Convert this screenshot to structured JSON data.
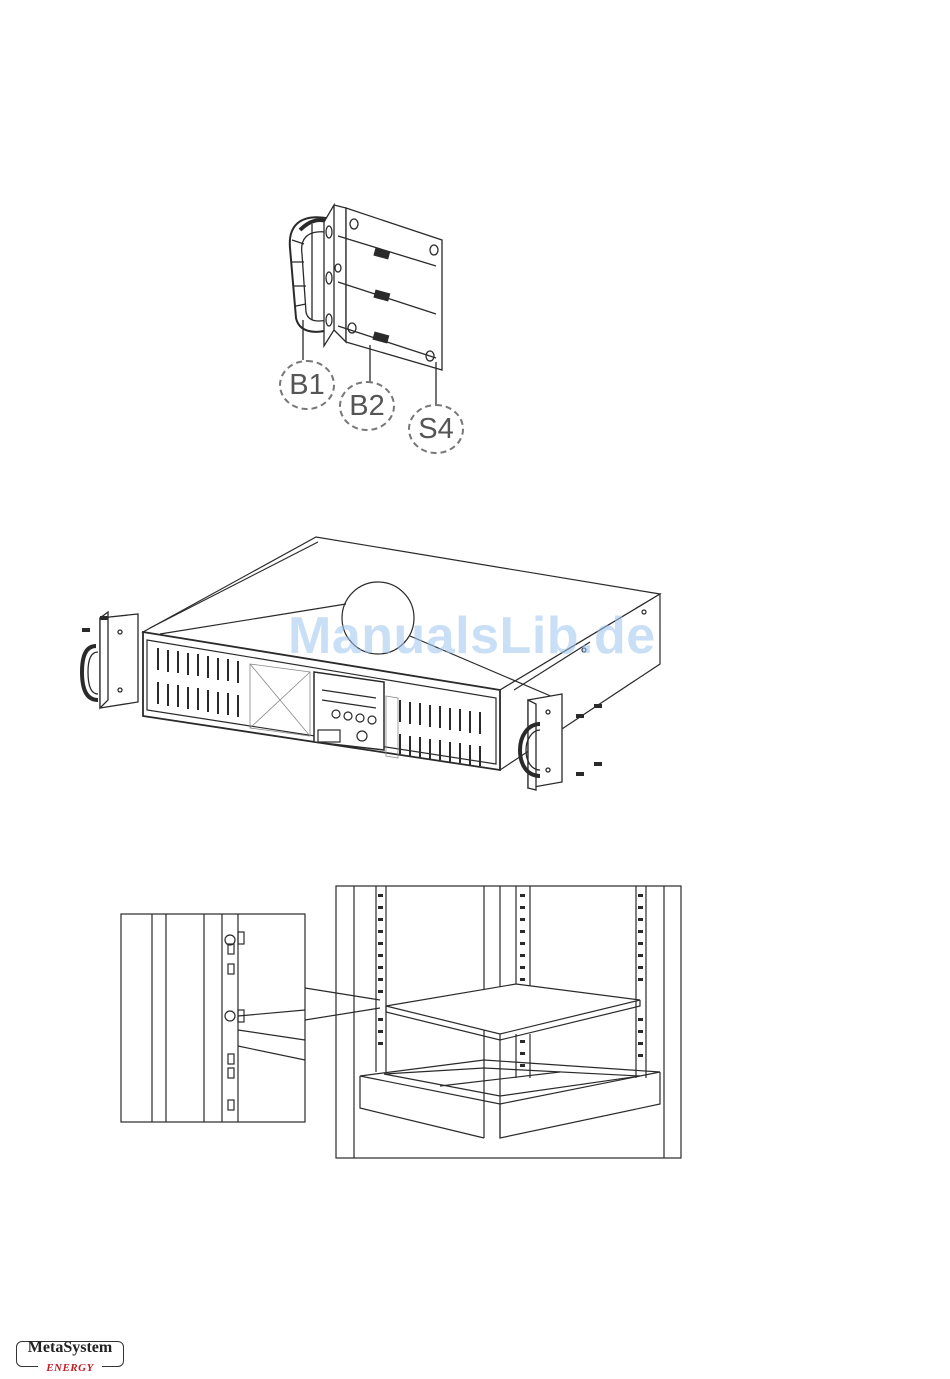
{
  "callouts": {
    "b1": "B1",
    "b2": "B2",
    "s4": "S4"
  },
  "watermark": "ManualsLib.de",
  "logo": {
    "line1": "MetaSystem",
    "line2": "ENERGY"
  },
  "colors": {
    "line": "#2a2a2a",
    "watermark": "#9ec5ef",
    "logo_accent": "#c0202a"
  }
}
